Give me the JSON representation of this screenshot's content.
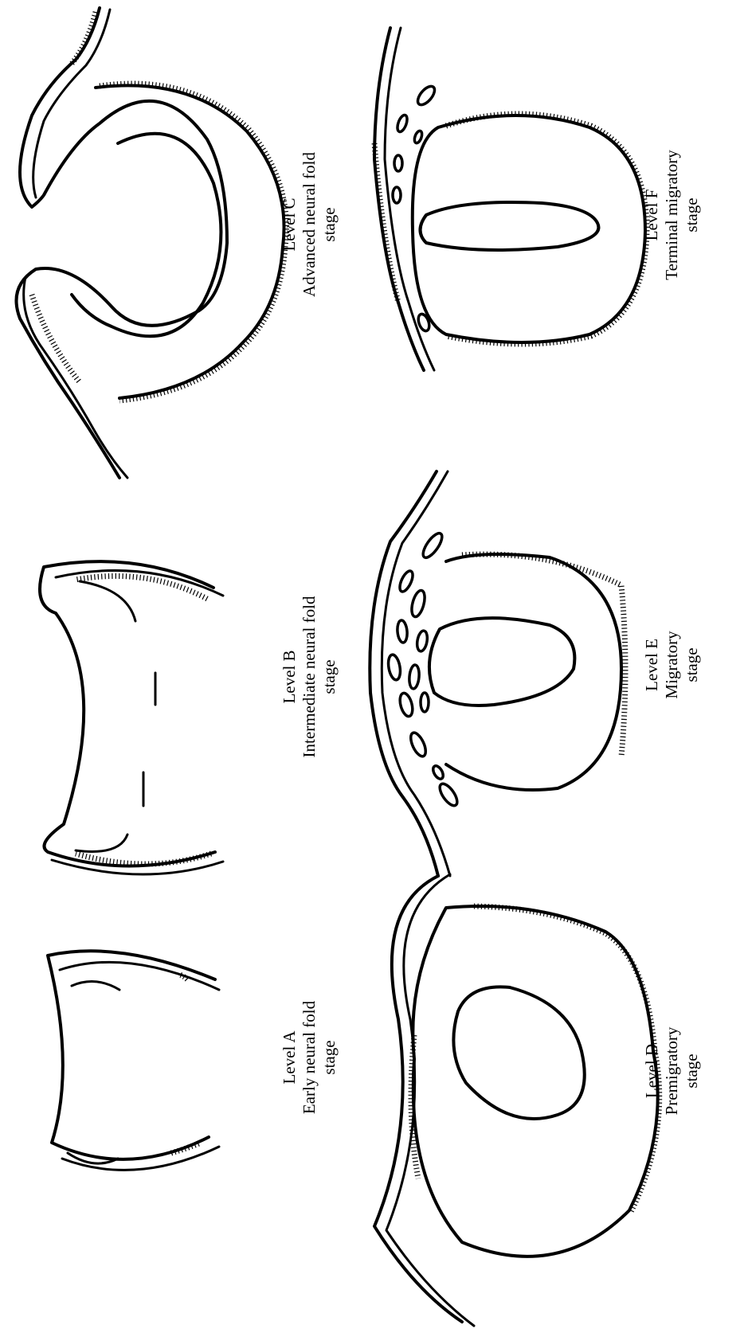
{
  "figure": {
    "panels": [
      {
        "id": "A",
        "level": "Level A",
        "stage_line1": "Early neural fold",
        "stage_line2": "stage"
      },
      {
        "id": "B",
        "level": "Level B",
        "stage_line1": "Intermediate neural fold",
        "stage_line2": "stage"
      },
      {
        "id": "C",
        "level": "Level C",
        "stage_line1": "Advanced neural fold",
        "stage_line2": "stage"
      },
      {
        "id": "D",
        "level": "Level D",
        "stage_line1": "Premigratory",
        "stage_line2": "stage"
      },
      {
        "id": "E",
        "level": "Level E",
        "stage_line1": "Migratory",
        "stage_line2": "stage"
      },
      {
        "id": "F",
        "level": "Level F",
        "stage_line1": "Terminal migratory",
        "stage_line2": "stage"
      }
    ]
  }
}
